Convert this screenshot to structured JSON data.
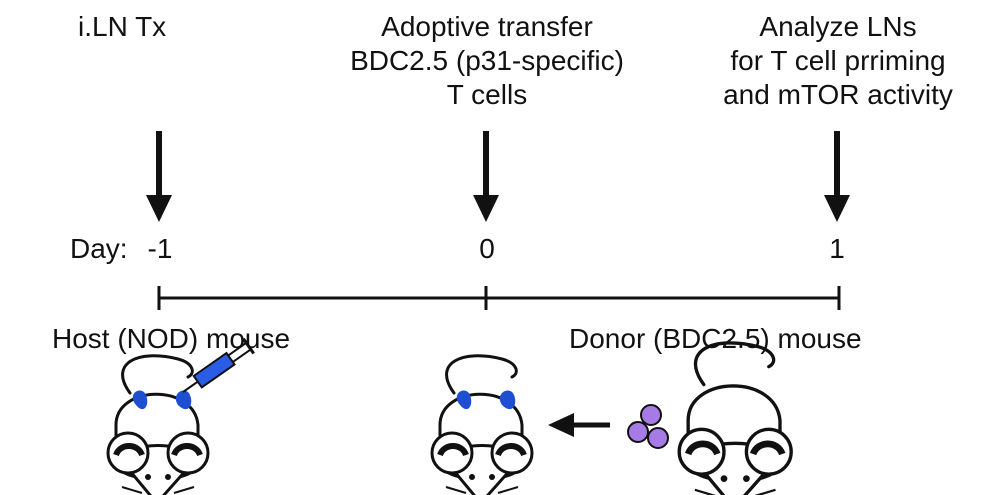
{
  "events": [
    {
      "label_lines": [
        "i.LN Tx"
      ]
    },
    {
      "label_lines": [
        "Adoptive transfer",
        "BDC2.5 (p31-specific)",
        "T cells"
      ]
    },
    {
      "label_lines": [
        "Analyze LNs",
        "for T cell prriming",
        "and mTOR activity"
      ]
    }
  ],
  "timeline": {
    "day_prefix": "Day:",
    "days": [
      "-1",
      "0",
      "1"
    ]
  },
  "mice": {
    "host_label": "Host (NOD) mouse",
    "donor_label": "Donor (BDC2.5) mouse"
  },
  "colors": {
    "ink": "#111111",
    "lymph_node_blue": "#1f4fd1",
    "syringe_blue": "#2b5ce6",
    "cell_purple": "#a67be6",
    "mouse_fill": "#ffffff"
  },
  "icons": [
    "syringe-icon",
    "t-cell-icon",
    "transfer-arrow-icon",
    "mouse-icon"
  ]
}
